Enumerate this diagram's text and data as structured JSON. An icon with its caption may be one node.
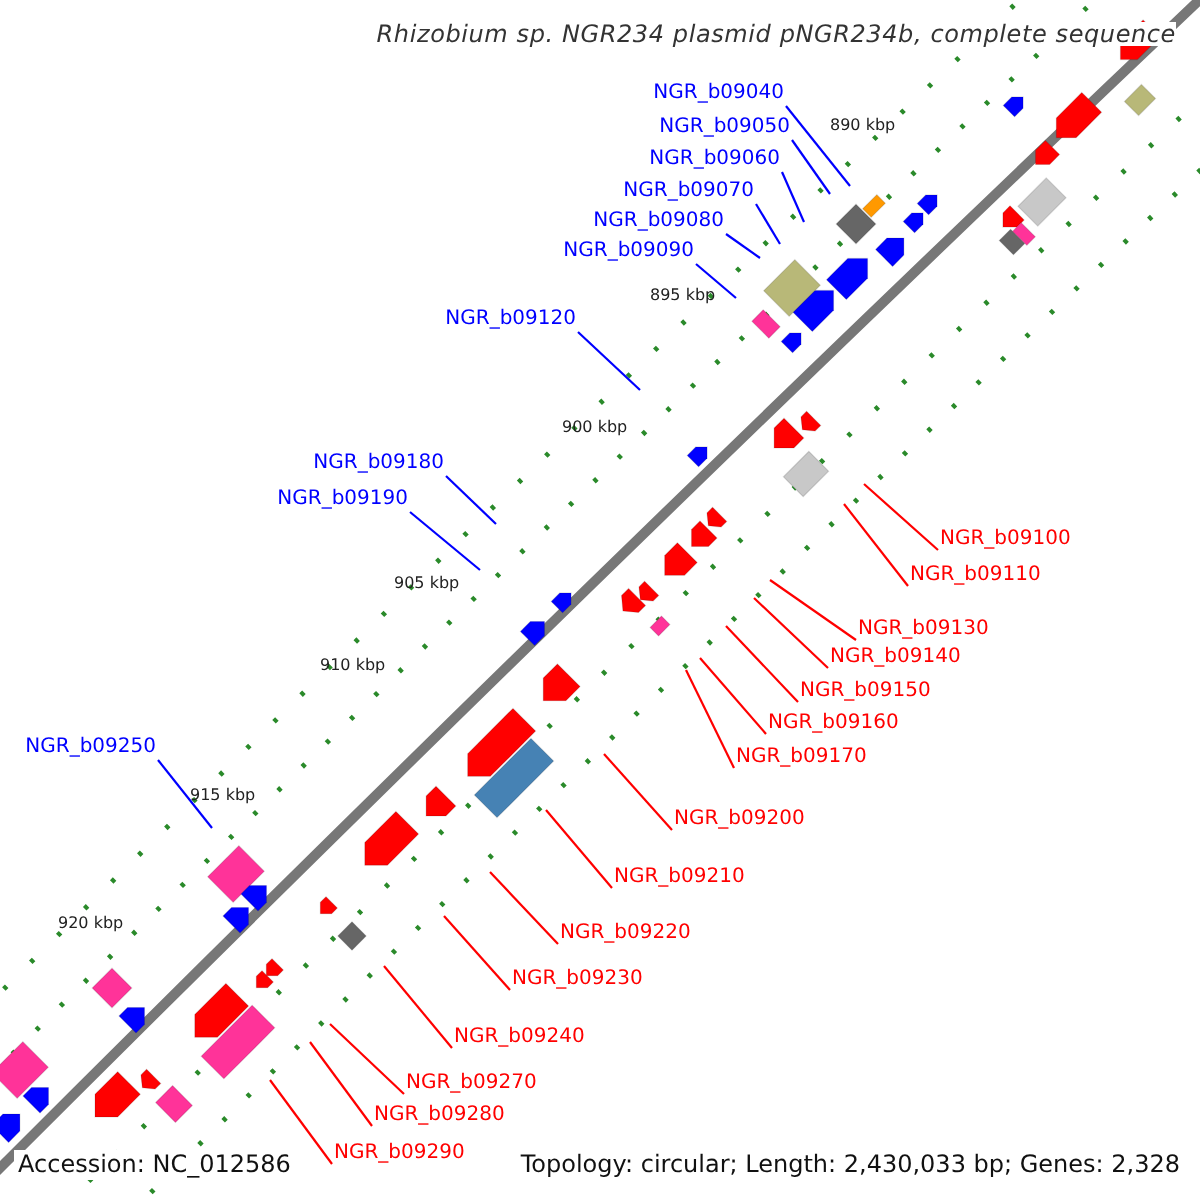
{
  "diagram": {
    "title": "Rhizobium sp. NGR234 plasmid pNGR234b, complete sequence",
    "nodes": [
      {
        "text": [
          "NGR_b09040"
        ]
      },
      {
        "text": [
          "NGR_b09050"
        ]
      },
      {
        "text": [
          "NGR_b09060"
        ]
      },
      {
        "text": [
          "NGR_b09070"
        ]
      },
      {
        "text": [
          "NGR_b09080"
        ]
      },
      {
        "text": [
          "NGR_b09090"
        ]
      },
      {
        "text": [
          "NGR_b09120"
        ]
      },
      {
        "text": [
          "NGR_b09180"
        ]
      },
      {
        "text": [
          "NGR_b09190"
        ]
      },
      {
        "text": [
          "NGR_b09100"
        ]
      },
      {
        "text": [
          "NGR_b09110"
        ]
      },
      {
        "text": [
          "NGR_b09130"
        ]
      },
      {
        "text": [
          "NGR_b09140"
        ]
      },
      {
        "text": [
          "NGR_b09150"
        ]
      },
      {
        "text": [
          "NGR_b09160"
        ]
      },
      {
        "text": [
          "NGR_b09250"
        ]
      },
      {
        "text": [
          "NGR_b09170"
        ]
      },
      {
        "text": [
          "NGR_b09200"
        ]
      },
      {
        "text": [
          "NGR_b09210"
        ]
      },
      {
        "text": [
          "NGR_b09220"
        ]
      },
      {
        "text": [
          "NGR_b09230"
        ]
      },
      {
        "text": [
          "NGR_b09240"
        ]
      },
      {
        "text": [
          "NGR_b09270"
        ]
      },
      {
        "text": [
          "NGR_b09280"
        ]
      },
      {
        "text": [
          "NGR_b09290"
        ]
      }
    ],
    "edges": [
      {
        "from": 0,
        "to": null,
        "arrow": "none",
        "color": "#0000ff"
      },
      {
        "from": 1,
        "to": null,
        "arrow": "none",
        "color": "#0000ff"
      },
      {
        "from": 2,
        "to": null,
        "arrow": "none",
        "color": "#0000ff"
      },
      {
        "from": 3,
        "to": null,
        "arrow": "none",
        "color": "#0000ff"
      },
      {
        "from": 4,
        "to": null,
        "arrow": "none",
        "color": "#0000ff"
      },
      {
        "from": 5,
        "to": null,
        "arrow": "none",
        "color": "#0000ff"
      },
      {
        "from": 6,
        "to": null,
        "arrow": "none",
        "color": "#0000ff"
      },
      {
        "from": 7,
        "to": null,
        "arrow": "none",
        "color": "#0000ff"
      },
      {
        "from": 8,
        "to": null,
        "arrow": "none",
        "color": "#0000ff"
      },
      {
        "from": 9,
        "to": null,
        "arrow": "none"
      },
      {
        "from": 10,
        "to": null,
        "arrow": "none"
      },
      {
        "from": 11,
        "to": null,
        "arrow": "none"
      },
      {
        "from": 12,
        "to": null,
        "arrow": "none"
      },
      {
        "from": 13,
        "to": null,
        "arrow": "none"
      },
      {
        "from": 14,
        "to": null,
        "arrow": "none"
      },
      {
        "from": 15,
        "to": null,
        "arrow": "none",
        "color": "#0000ff"
      },
      {
        "from": 16,
        "to": null,
        "arrow": "none"
      },
      {
        "from": 17,
        "to": null,
        "arrow": "none"
      },
      {
        "from": 18,
        "to": null,
        "arrow": "none"
      },
      {
        "from": 19,
        "to": null,
        "arrow": "none"
      },
      {
        "from": 20,
        "to": null,
        "arrow": "none"
      },
      {
        "from": 21,
        "to": null,
        "arrow": "none"
      },
      {
        "from": 22,
        "to": null,
        "arrow": "none"
      },
      {
        "from": 23,
        "to": null,
        "arrow": "none"
      },
      {
        "from": 24,
        "to": null,
        "arrow": "none"
      }
    ],
    "labels": [
      "890 kbp",
      "895 kbp",
      "900 kbp",
      "905 kbp",
      "910 kbp",
      "915 kbp",
      "920 kbp",
      "Accession: NC_012586",
      "Topology: circular; Length: 2,430,033 bp; Genes: 2,328"
    ]
  }
}
